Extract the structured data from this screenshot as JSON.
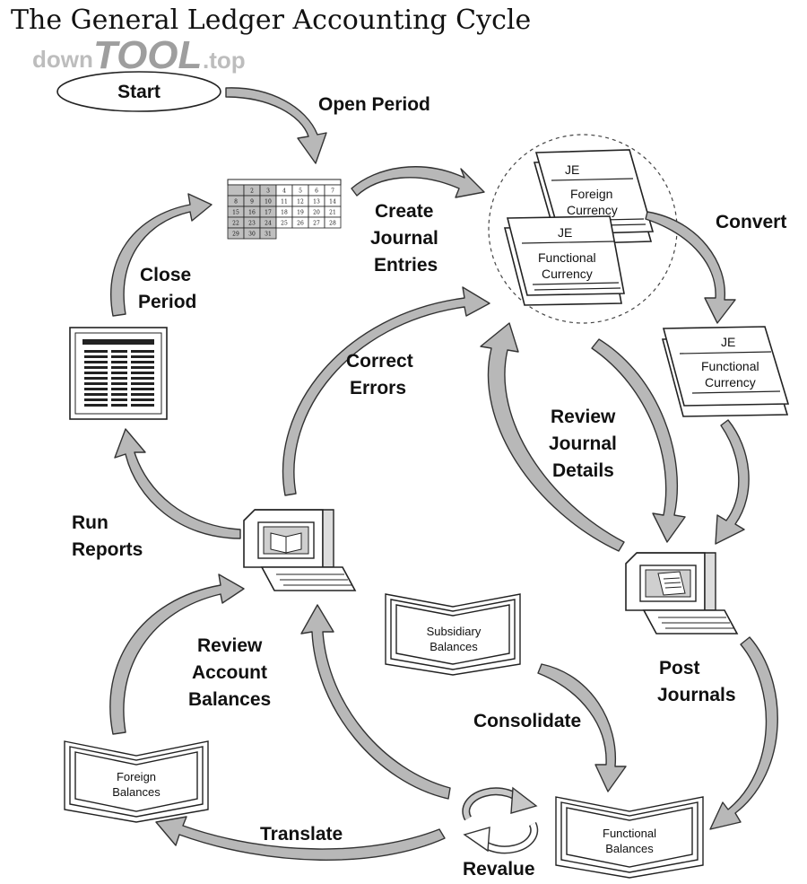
{
  "title": "The General Ledger Accounting Cycle",
  "watermark": {
    "prefix": "down",
    "brand": "TOOL",
    "suffix": ".top"
  },
  "nodes": {
    "start": "Start",
    "je_foreign_title": "JE",
    "je_foreign_line1": "Foreign",
    "je_foreign_line2": "Currency",
    "je_functional_title": "JE",
    "je_functional_line1": "Functional",
    "je_functional_line2": "Currency",
    "je_converted_title": "JE",
    "je_converted_line1": "Functional",
    "je_converted_line2": "Currency",
    "subsidiary_line1": "Subsidiary",
    "subsidiary_line2": "Balances",
    "foreign_line1": "Foreign",
    "foreign_line2": "Balances",
    "functional_line1": "Functional",
    "functional_line2": "Balances"
  },
  "calendar": [
    "2",
    "3",
    "4",
    "5",
    "6",
    "7",
    "8",
    "9",
    "10",
    "11",
    "12",
    "13",
    "14",
    "15",
    "16",
    "17",
    "18",
    "19",
    "20",
    "21",
    "22",
    "23",
    "24",
    "25",
    "26",
    "27",
    "28",
    "29",
    "30",
    "31"
  ],
  "steps": {
    "open_period": "Open Period",
    "create_line1": "Create",
    "create_line2": "Journal",
    "create_line3": "Entries",
    "convert": "Convert",
    "close_line1": "Close",
    "close_line2": "Period",
    "correct_line1": "Correct",
    "correct_line2": "Errors",
    "review_jd_line1": "Review",
    "review_jd_line2": "Journal",
    "review_jd_line3": "Details",
    "run_line1": "Run",
    "run_line2": "Reports",
    "review_ab_line1": "Review",
    "review_ab_line2": "Account",
    "review_ab_line3": "Balances",
    "post_line1": "Post",
    "post_line2": "Journals",
    "consolidate": "Consolidate",
    "translate": "Translate",
    "revalue": "Revalue"
  }
}
